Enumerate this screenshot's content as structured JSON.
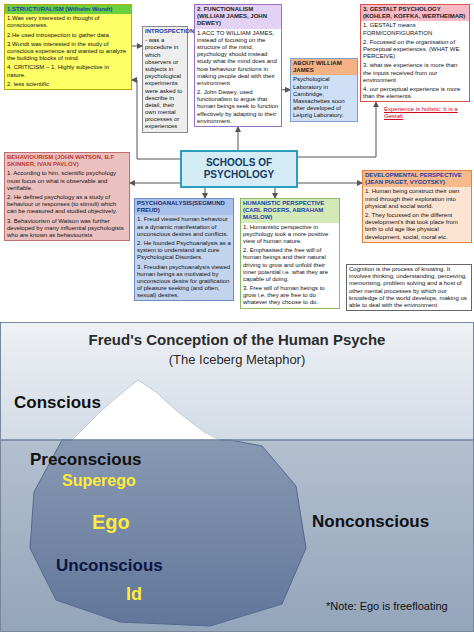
{
  "diagram": {
    "nodes": [
      {
        "text": [
          "1.STRUCTURALISM (Wilhelm Wundt)",
          "1.Was very interested in thought of consciousness.",
          "2.He used introspection to gather data.",
          "3.Wundt was interested in the study of conscious experience and wanted to analyze the building blocks of mind.",
          "4. CRITICISM – 1. Highly subjective in nature.",
          "2. less scientific"
        ]
      },
      {
        "text": [
          "INTROSPECTION",
          "- was a procedure in which observers or subjects in psychological experiments were asked to describe in detail, their own mental processes or experiences"
        ]
      },
      {
        "text": [
          "2. FUNCTIONALISM (WILLIAM JAMES, JOHN DEWEY)",
          "1.ACC TO WILLIAM JAMES, instead of focusing on the structure of the mind, psychology should instead study what the mind does and how behaviour functions in making people deal with their environment",
          "2. John Dewey, used functionalism to argue that human beings seek to function effectively by adapting to their environment."
        ]
      },
      {
        "text": [
          "ABOUT WILLIAM JAMES",
          "Psychological Laboratory in Cambridge, Massachettes soon after developed of Leipzig Laboratory."
        ]
      },
      {
        "text": [
          "3. GESTALT PSYCHOLOGY (KOHLER, KOFFKA, WERTHEIMAR)",
          "1. GESTALT means FORM/CONFIGURATION",
          "2. Focussed on the organisation of Perceptual experiences. (WHAT WE PERCEIVE)",
          "3. what we experience is more than the inputs received from our environment",
          "4. our perceptual experience is more than the elements."
        ]
      },
      {
        "text": [
          "SCHOOLS OF PSYCHOLOGY"
        ]
      },
      {
        "text": [
          "BEHAVIOURISM (JOHN WATSON, B.F SKINNER, IVAN PAVLOV)",
          "1. According to him, scientific psychology must focus on what is observable and verifiable.",
          "2. He defined psychology as a study of behaviour or responses (to stimuli) which can be measured and studied objectively.",
          "3. Behaviourism of Watson was further developed by many influential psychologists who are known as behaviourists"
        ]
      },
      {
        "text": [
          "PSYCHOANALYSIS(SEGMUND FREUD)",
          "1. Freud viewed human behaviour as a dynamic manifestation of unconscious desires and conflicts.",
          "2. He founded Psychoanalysis as a system to understand and cure Psychological Disorders.",
          "3. Freudian psychoanalysis viewed human beings as motivated by unconscious desire for gratification of pleasure seeking (and often, sexual) desires."
        ]
      },
      {
        "text": [
          "HUMANISTIC PERSPECTIVE (CARL ROGERS, ABRAHAM MASLOW)",
          "1. Humanistic perspective in psychology took a more positive view of human nature.",
          "2. Emphasised the free will of human beings and their natural driving to grow and unfold their inner potential i.e. what they are capable of doing.",
          "3. Free will of human beings to grow i.e. they are free to do whatever they choose to do."
        ]
      },
      {
        "text": [
          "DEVELOPMENTAL PERSPECTIVE (JEAN PIAGET, VYGOTSKY)",
          "1. Human being construct their own mind through their exploration into physical and social world.",
          "2. They focussed on the different development's that took place from birth to old age like physical development, social, moral etc."
        ]
      },
      {
        "text": [
          "Cognition is the process of knowing. It involves thinking, understanding, perceiving, memorising, problem solving and a host of other mental processes by which our knowledge of the world develops, making us able to deal with the environment"
        ]
      }
    ],
    "edges": [
      {
        "from": 5,
        "to": 0,
        "arrow": "to"
      },
      {
        "from": 0,
        "to": 1,
        "arrow": "to"
      },
      {
        "from": 5,
        "to": 2,
        "arrow": "to"
      },
      {
        "from": 2,
        "to": 3,
        "arrow": "to"
      },
      {
        "from": 5,
        "to": 4,
        "arrow": "to"
      },
      {
        "from": 5,
        "to": 6,
        "arrow": "to"
      },
      {
        "from": 5,
        "to": 7,
        "arrow": "to"
      },
      {
        "from": 5,
        "to": 8,
        "arrow": "to"
      },
      {
        "from": 5,
        "to": 9,
        "arrow": "to"
      }
    ],
    "labels": [
      "Experience is holistic: It is a Gestalt",
      "Freud's Conception of the Human Psyche",
      "(The Iceberg Metaphor)",
      "Conscious",
      "Preconscious",
      "Superego",
      "Ego",
      "Nonconscious",
      "Unconscious",
      "Id",
      "*Note: Ego is freefloating"
    ]
  }
}
